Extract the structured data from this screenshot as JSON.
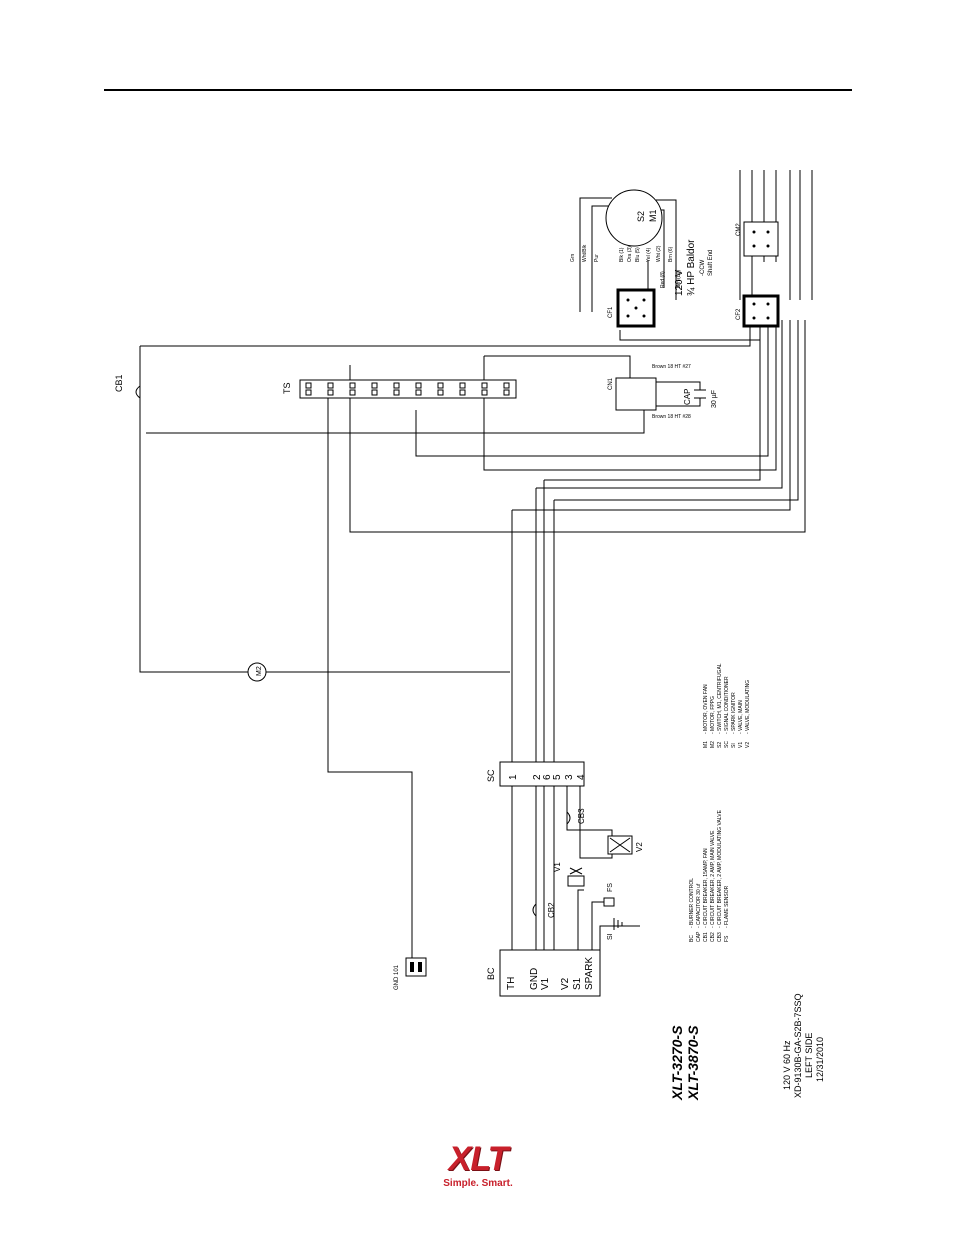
{
  "model": {
    "line1": "XLT-3270-S",
    "line2": "XLT-3870-S"
  },
  "spec": {
    "line1": "120 V 60 Hz",
    "line2": "XD-9130B-GA-S2B-7SSQ",
    "line3": "LEFT SIDE",
    "line4": "12/31/2010"
  },
  "legend_left": [
    {
      "code": "BC",
      "desc": "- BURNER CONTROL"
    },
    {
      "code": "CAP",
      "desc": "- CAPACITOR 30 uf"
    },
    {
      "code": "CB1",
      "desc": "- CIRCUIT BREAKER, 15AMP, FAN"
    },
    {
      "code": "CB2",
      "desc": "- CIRCUIT BREAKER, 2 AMP, MAIN VALVE"
    },
    {
      "code": "CB3",
      "desc": "- CIRCUIT BREAKER, 2 AMP, MODULATING VALVE"
    },
    {
      "code": "FS",
      "desc": "- FLAME SENSOR"
    }
  ],
  "legend_right": [
    {
      "code": "M1",
      "desc": "- MOTOR, OVEN FAN"
    },
    {
      "code": "M2",
      "desc": "- MOTOR, FPPG"
    },
    {
      "code": "S2",
      "desc": "- SWITCH, M1, CENTRIFUGAL"
    },
    {
      "code": "SC",
      "desc": "- SIGNAL CONDITIONER"
    },
    {
      "code": "SI",
      "desc": "- SPARK IGNITOR"
    },
    {
      "code": "V1",
      "desc": "- VALVE, MAIN"
    },
    {
      "code": "V2",
      "desc": "- VALVE, MODULATING"
    }
  ],
  "labels": {
    "cb1": "CB1",
    "ts": "TS",
    "m2": "M2",
    "cn1": "CN1",
    "cap": "CAP",
    "cap_value": "30 µF",
    "cap_wire_top": "Brown 18 HT #27",
    "cap_wire_bottom": "Brown 18 HT #28",
    "cf1": "CF1",
    "cf2": "CF2",
    "cm2": "CM2",
    "motor_switch": "S2",
    "motor": "M1",
    "motor_volts": "120 V",
    "motor_hp": "¾ HP Baldor",
    "motor_dir": "-CCW",
    "motor_shaft": "Shaft End",
    "sc": "SC",
    "bc": "BC",
    "cb2": "CB2",
    "cb3": "CB3",
    "v1": "V1",
    "v2": "V2",
    "fs": "FS",
    "si": "SI",
    "ground_connector": "GND 101"
  },
  "sc_pins": [
    "1",
    "2",
    "6",
    "5",
    "3",
    "4"
  ],
  "bc_pins": [
    "TH",
    "GND",
    "V1",
    "V2",
    "S1",
    "SPARK"
  ],
  "motor_wires": [
    "Grn",
    "Wht/Blk",
    "Pur",
    "Blk (1)",
    "Ora (3)",
    "Blu (5)",
    "Yel (4)",
    "Wht (2)",
    "Brn (6)",
    "Red (8)",
    "Brn (L0)"
  ],
  "logo": {
    "mark": "XLT",
    "tagline": "Simple. Smart."
  }
}
